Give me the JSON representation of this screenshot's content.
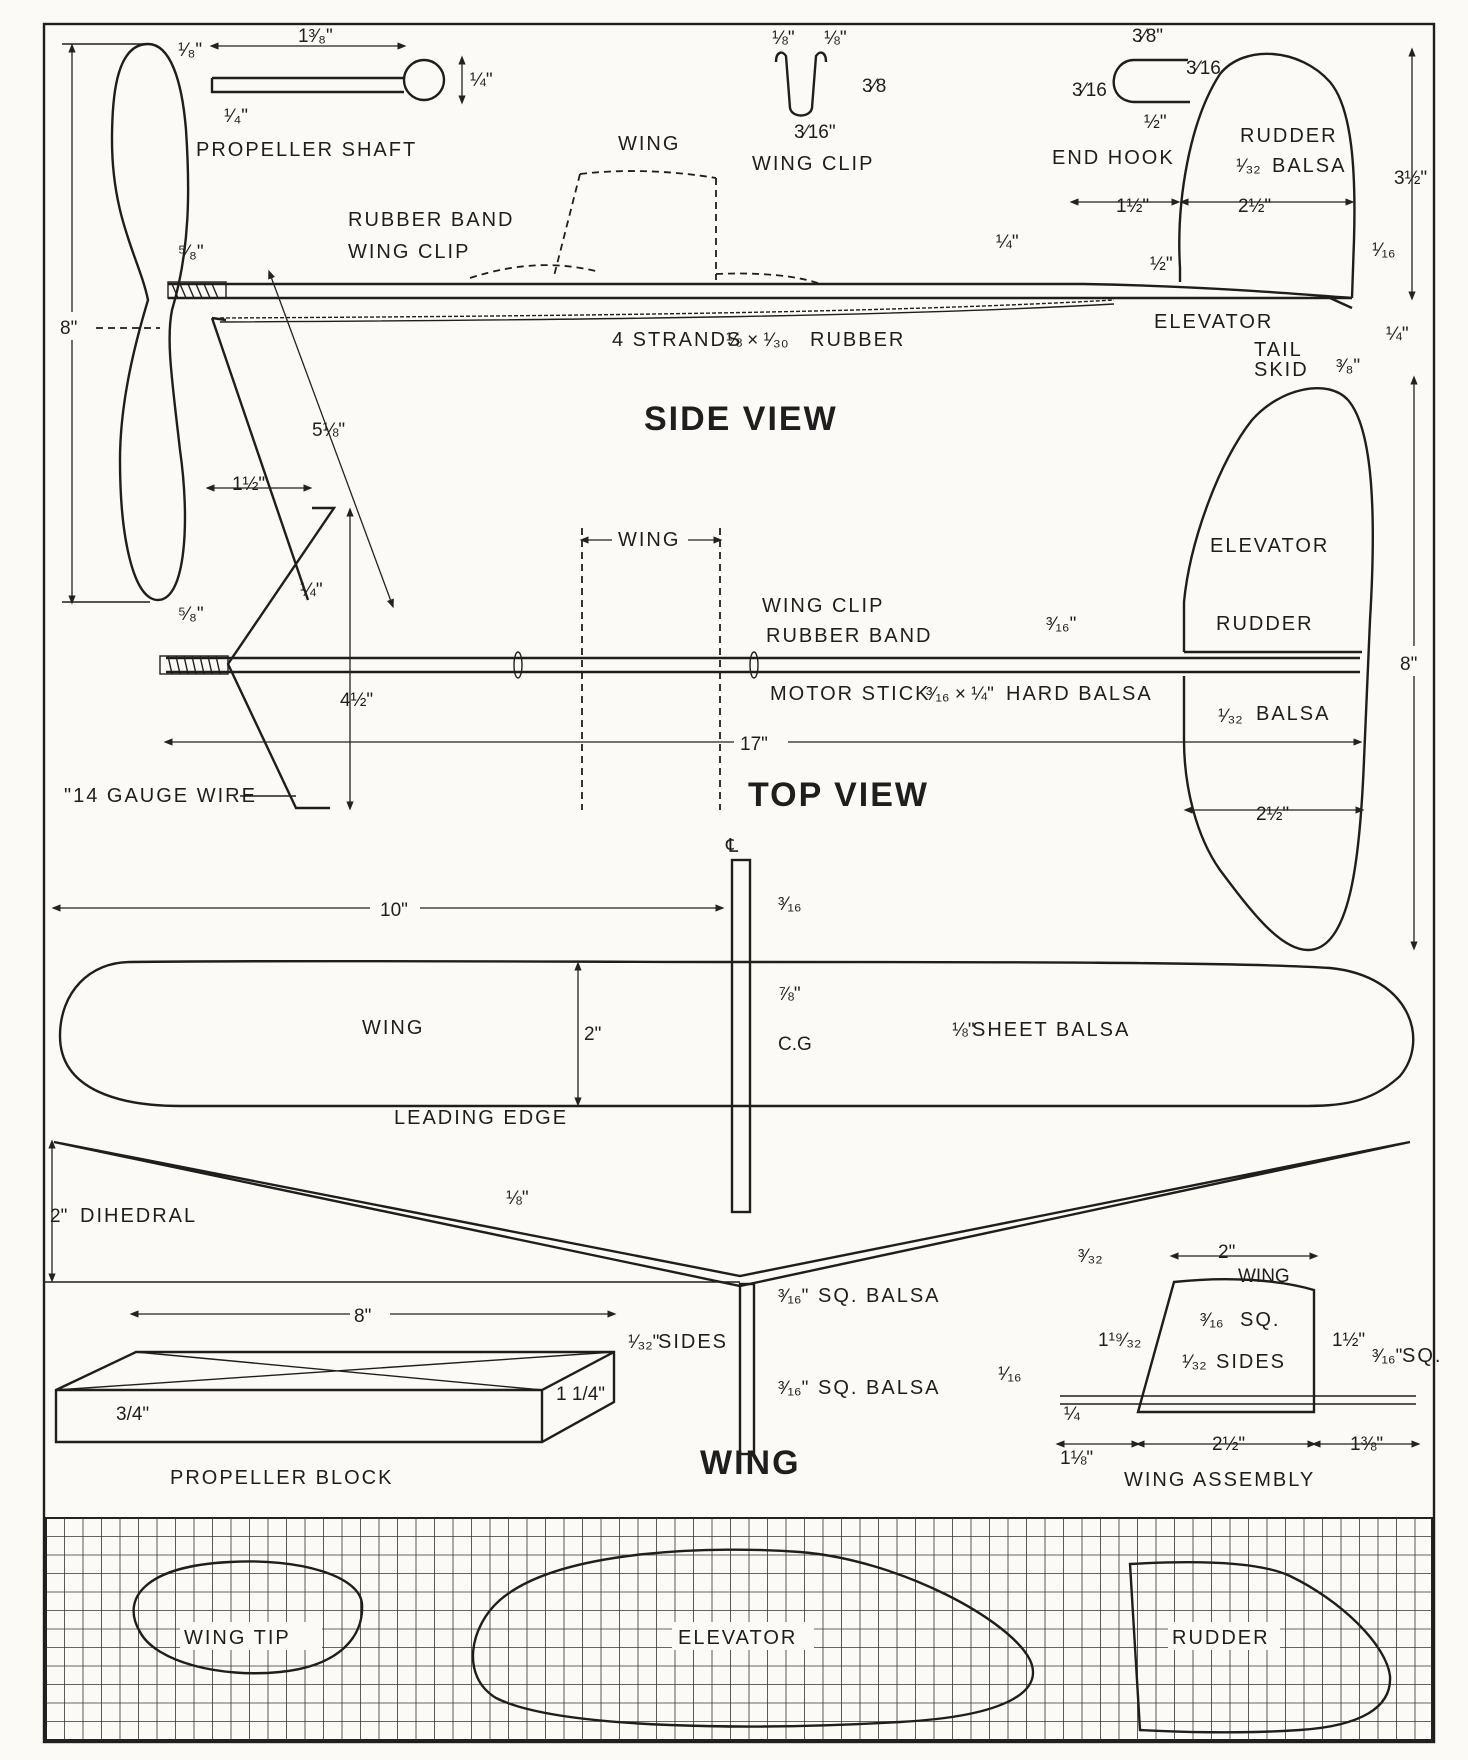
{
  "views": {
    "side_view": "SIDE VIEW",
    "top_view": "TOP VIEW",
    "wing": "WING"
  },
  "parts": {
    "propeller_shaft": "PROPELLER SHAFT",
    "wing_clip": "WING CLIP",
    "end_hook": "END HOOK",
    "rudder": "RUDDER",
    "rudder_balsa": "BALSA",
    "wing": "WING",
    "rubber_band": "RUBBER BAND",
    "rubber": "4 STRANDS",
    "rubber_suffix": "RUBBER",
    "elevator": "ELEVATOR",
    "tail_skid_1": "TAIL",
    "tail_skid_2": "SKID",
    "motor_stick": "MOTOR STICK",
    "hard_balsa": "HARD BALSA",
    "balsa": "BALSA",
    "gauge_wire": "\"14 GAUGE WIRE",
    "sheet_balsa": "SHEET BALSA",
    "leading_edge": "LEADING EDGE",
    "cg": "C.G",
    "dihedral": "DIHEDRAL",
    "sq_balsa": "SQ. BALSA",
    "sides": "SIDES",
    "sq": "SQ.",
    "propeller_block": "PROPELLER BLOCK",
    "wing_assembly": "WING ASSEMBLY",
    "wing_tip": "WING TIP",
    "centerline": "℄"
  },
  "dimensions": {
    "eight": "8\"",
    "ten": "10\"",
    "seventeen": "17\"",
    "two": "2\"",
    "prop_block_thick": "3/4\"",
    "prop_block_width": "1 1/4\""
  },
  "colors": {
    "paper": "#fbfaf6",
    "ink": "#1e1e1e"
  }
}
